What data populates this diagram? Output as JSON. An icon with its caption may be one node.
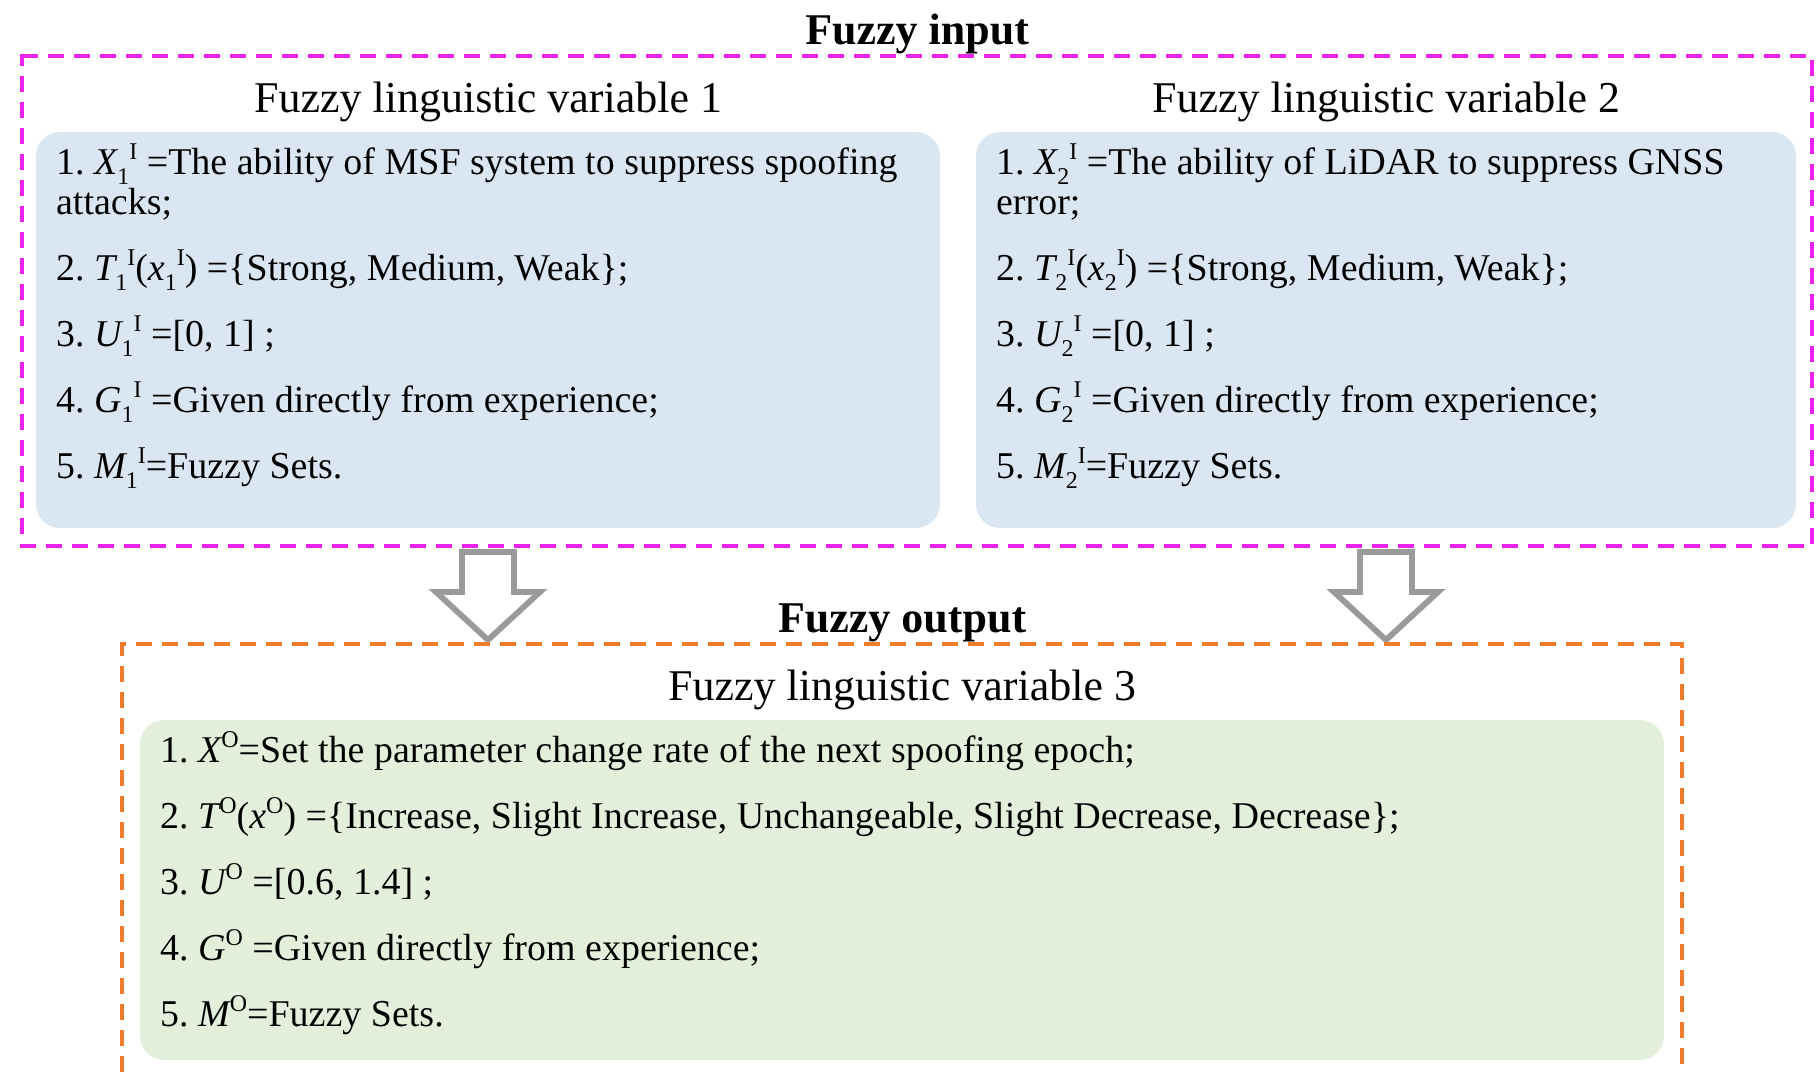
{
  "diagram": {
    "nodes": [
      {
        "text": [
          "Fuzzy input"
        ]
      },
      {
        "text": [
          "Fuzzy linguistic variable 1",
          "1. *X*$_{1}$$^{I}$ =The ability of MSF system to suppress spoofing attacks;",
          "2. *T*$_{1}$$^{I}$(*x*$_{1}$$^{I}$) ={Strong, Medium, Weak};",
          "3. *U*$_{1}$$^{I}$ =[0, 1] ;",
          "4. *G*$_{1}$$^{I}$ =Given directly from experience;",
          "5. *M*$_{1}$$^{I}$=Fuzzy Sets."
        ],
        "in": 0
      },
      {
        "text": [
          "Fuzzy linguistic variable 2",
          "1. *X*$_{2}$$^{I}$ =The ability of LiDAR to suppress GNSS error;",
          "2. *T*$_{2}$$^{I}$(*x*$_{2}$$^{I}$) ={Strong, Medium, Weak};",
          "3. *U*$_{2}$$^{I}$ =[0, 1] ;",
          "4. *G*$_{2}$$^{I}$ =Given directly from experience;",
          "5. *M*$_{2}$$^{I}$=Fuzzy Sets."
        ],
        "in": 0
      },
      {
        "text": [
          "Fuzzy output"
        ]
      },
      {
        "text": [
          "Fuzzy linguistic variable 3",
          "1. *X*$^{O}$=Set the parameter change rate of the next spoofing epoch;",
          "2. *T*$^{O}$(*x*$^{O}$) ={Increase, Slight Increase, Unchangeable, Slight Decrease, Decrease};",
          "3. *U*$^{O}$ =[0.6, 1.4] ;",
          "4. *G*$^{O}$ =Given directly from experience;",
          "5. *M*$^{O}$=Fuzzy Sets."
        ],
        "in": 3
      }
    ],
    "edges": [
      {
        "from": 1,
        "to": 3,
        "arrow": "to"
      },
      {
        "from": 2,
        "to": 3,
        "arrow": "to"
      }
    ]
  }
}
